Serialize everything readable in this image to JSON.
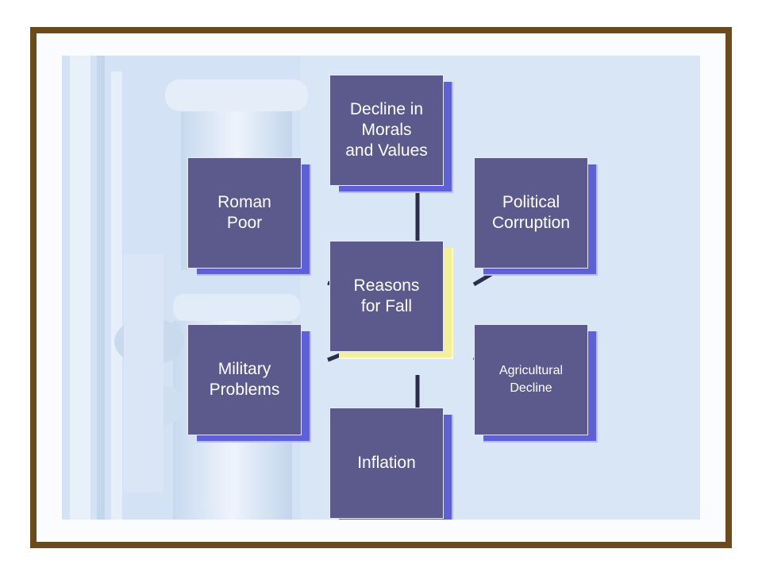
{
  "diagram": {
    "center": {
      "label": "Reasons\nfor Fall"
    },
    "nodes": [
      {
        "id": "morals",
        "label": "Decline in\nMorals\nand Values"
      },
      {
        "id": "political",
        "label": "Political\nCorruption"
      },
      {
        "id": "agricultural",
        "label": "Agricultural\nDecline"
      },
      {
        "id": "inflation",
        "label": "Inflation"
      },
      {
        "id": "military",
        "label": "Military\nProblems"
      },
      {
        "id": "poor",
        "label": "Roman\nPoor"
      }
    ]
  },
  "colors": {
    "frame": "#6b4a1c",
    "panel": "#d9e6f6",
    "box": "#5c5a8c",
    "box_shadow": "#5e61d4",
    "center_shadow": "#f4f09a",
    "connector": "#2c2c4c"
  }
}
